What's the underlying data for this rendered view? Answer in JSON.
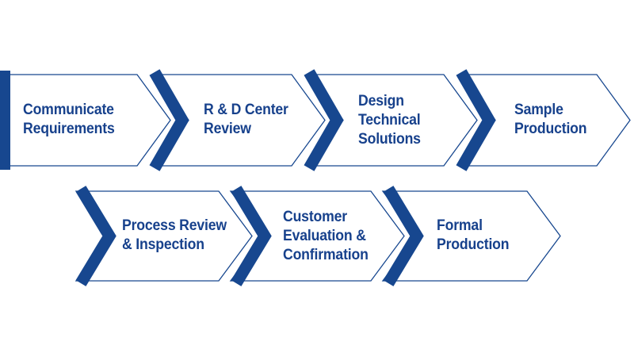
{
  "diagram": {
    "type": "process-flow",
    "background": "#ffffff",
    "accent_color": "#17478f",
    "text_color": "#17418c",
    "row_count": 2,
    "steps": [
      {
        "index": 1,
        "row": 1,
        "label": "Communicate\nRequirements"
      },
      {
        "index": 2,
        "row": 1,
        "label": "R & D Center\nReview"
      },
      {
        "index": 3,
        "row": 1,
        "label": "Design\nTechnical\nSolutions"
      },
      {
        "index": 4,
        "row": 1,
        "label": "Sample\nProduction"
      },
      {
        "index": 5,
        "row": 2,
        "label": "Process Review\n& Inspection"
      },
      {
        "index": 6,
        "row": 2,
        "label": "Customer\nEvaluation &\nConfirmation"
      },
      {
        "index": 7,
        "row": 2,
        "label": "Formal\nProduction"
      }
    ]
  }
}
